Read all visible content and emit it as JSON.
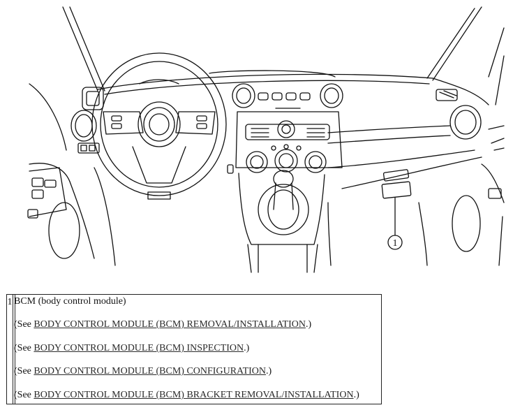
{
  "callout": "1",
  "legend": {
    "item_number": "1",
    "title": "BCM (body control module)",
    "references": [
      {
        "prefix": "(See ",
        "link": "BODY CONTROL MODULE (BCM) REMOVAL/INSTALLATION",
        "suffix": ".)"
      },
      {
        "prefix": "(See ",
        "link": "BODY CONTROL MODULE (BCM) INSPECTION",
        "suffix": ".)"
      },
      {
        "prefix": "(See ",
        "link": "BODY CONTROL MODULE (BCM) CONFIGURATION",
        "suffix": ".)"
      },
      {
        "prefix": "(See ",
        "link": "BODY CONTROL MODULE (BCM) BRACKET REMOVAL/INSTALLATION",
        "suffix": ".)"
      }
    ]
  }
}
